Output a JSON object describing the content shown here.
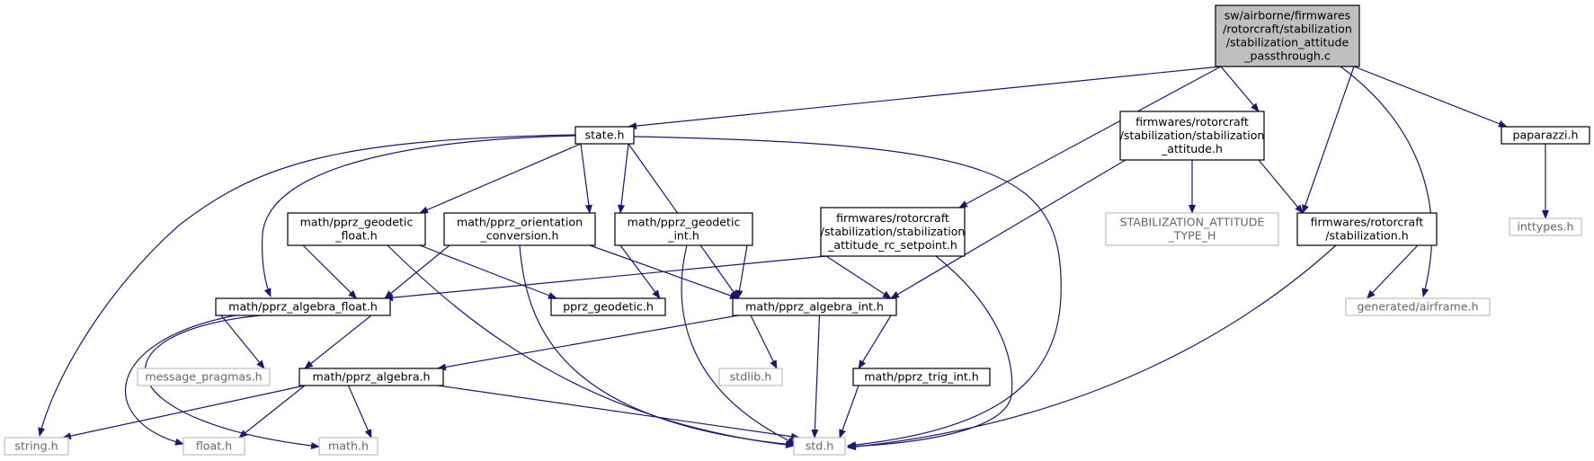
{
  "colors": {
    "edge": "#191970",
    "root_fill": "#bfbfbf",
    "node_border": "#000000",
    "missing_border": "#bfbfbf",
    "missing_text": "#666666"
  },
  "nodes": [
    {
      "id": "root",
      "lines": [
        "sw/airborne/firmwares",
        "/rotorcraft/stabilization",
        "/stabilization_attitude",
        "_passthrough.c"
      ],
      "kind": "root"
    },
    {
      "id": "state_h",
      "lines": [
        "state.h"
      ],
      "kind": "file"
    },
    {
      "id": "fw_stab_att_h",
      "lines": [
        "firmwares/rotorcraft",
        "/stabilization/stabilization",
        "_attitude.h"
      ],
      "kind": "file"
    },
    {
      "id": "paparazzi_h",
      "lines": [
        "paparazzi.h"
      ],
      "kind": "file"
    },
    {
      "id": "fw_stab_rc_h",
      "lines": [
        "firmwares/rotorcraft",
        "/stabilization/stabilization",
        "_attitude_rc_setpoint.h"
      ],
      "kind": "file"
    },
    {
      "id": "stab_type_h",
      "lines": [
        "STABILIZATION_ATTITUDE",
        "_TYPE_H"
      ],
      "kind": "missing"
    },
    {
      "id": "fw_stab_h",
      "lines": [
        "firmwares/rotorcraft",
        "/stabilization.h"
      ],
      "kind": "file"
    },
    {
      "id": "inttypes_h",
      "lines": [
        "inttypes.h"
      ],
      "kind": "missing"
    },
    {
      "id": "geodetic_float_h",
      "lines": [
        "math/pprz_geodetic",
        "_float.h"
      ],
      "kind": "file"
    },
    {
      "id": "orient_conv_h",
      "lines": [
        "math/pprz_orientation",
        "_conversion.h"
      ],
      "kind": "file"
    },
    {
      "id": "geodetic_int_h",
      "lines": [
        "math/pprz_geodetic",
        "_int.h"
      ],
      "kind": "file"
    },
    {
      "id": "generated_airframe_h",
      "lines": [
        "generated/airframe.h"
      ],
      "kind": "missing"
    },
    {
      "id": "algebra_float_h",
      "lines": [
        "math/pprz_algebra_float.h"
      ],
      "kind": "file"
    },
    {
      "id": "pprz_geodetic_h",
      "lines": [
        "pprz_geodetic.h"
      ],
      "kind": "file"
    },
    {
      "id": "algebra_int_h",
      "lines": [
        "math/pprz_algebra_int.h"
      ],
      "kind": "file"
    },
    {
      "id": "message_pragmas_h",
      "lines": [
        "message_pragmas.h"
      ],
      "kind": "missing"
    },
    {
      "id": "algebra_h",
      "lines": [
        "math/pprz_algebra.h"
      ],
      "kind": "file"
    },
    {
      "id": "stdlib_h",
      "lines": [
        "stdlib.h"
      ],
      "kind": "missing"
    },
    {
      "id": "trig_int_h",
      "lines": [
        "math/pprz_trig_int.h"
      ],
      "kind": "file"
    },
    {
      "id": "string_h",
      "lines": [
        "string.h"
      ],
      "kind": "missing"
    },
    {
      "id": "float_h",
      "lines": [
        "float.h"
      ],
      "kind": "missing"
    },
    {
      "id": "math_h",
      "lines": [
        "math.h"
      ],
      "kind": "missing"
    },
    {
      "id": "std_h",
      "lines": [
        "std.h"
      ],
      "kind": "missing"
    }
  ],
  "edges": [
    {
      "from": "root",
      "to": "state_h"
    },
    {
      "from": "root",
      "to": "fw_stab_att_h"
    },
    {
      "from": "root",
      "to": "paparazzi_h"
    },
    {
      "from": "root",
      "to": "fw_stab_rc_h"
    },
    {
      "from": "root",
      "to": "fw_stab_h"
    },
    {
      "from": "root",
      "to": "generated_airframe_h"
    },
    {
      "from": "state_h",
      "to": "string_h"
    },
    {
      "from": "state_h",
      "to": "algebra_float_h"
    },
    {
      "from": "state_h",
      "to": "geodetic_float_h"
    },
    {
      "from": "state_h",
      "to": "orient_conv_h"
    },
    {
      "from": "state_h",
      "to": "geodetic_int_h"
    },
    {
      "from": "state_h",
      "to": "algebra_int_h"
    },
    {
      "from": "state_h",
      "to": "std_h"
    },
    {
      "from": "fw_stab_att_h",
      "to": "stab_type_h"
    },
    {
      "from": "fw_stab_att_h",
      "to": "fw_stab_h"
    },
    {
      "from": "fw_stab_att_h",
      "to": "algebra_int_h"
    },
    {
      "from": "paparazzi_h",
      "to": "inttypes_h"
    },
    {
      "from": "fw_stab_rc_h",
      "to": "algebra_float_h"
    },
    {
      "from": "fw_stab_rc_h",
      "to": "algebra_int_h"
    },
    {
      "from": "fw_stab_rc_h",
      "to": "std_h"
    },
    {
      "from": "fw_stab_h",
      "to": "generated_airframe_h"
    },
    {
      "from": "fw_stab_h",
      "to": "std_h"
    },
    {
      "from": "geodetic_float_h",
      "to": "algebra_float_h"
    },
    {
      "from": "geodetic_float_h",
      "to": "pprz_geodetic_h"
    },
    {
      "from": "geodetic_float_h",
      "to": "std_h"
    },
    {
      "from": "orient_conv_h",
      "to": "algebra_float_h"
    },
    {
      "from": "orient_conv_h",
      "to": "algebra_int_h"
    },
    {
      "from": "orient_conv_h",
      "to": "std_h"
    },
    {
      "from": "geodetic_int_h",
      "to": "pprz_geodetic_h"
    },
    {
      "from": "geodetic_int_h",
      "to": "algebra_int_h"
    },
    {
      "from": "geodetic_int_h",
      "to": "std_h"
    },
    {
      "from": "algebra_float_h",
      "to": "algebra_h"
    },
    {
      "from": "algebra_float_h",
      "to": "message_pragmas_h"
    },
    {
      "from": "algebra_float_h",
      "to": "float_h"
    },
    {
      "from": "algebra_float_h",
      "to": "math_h"
    },
    {
      "from": "algebra_int_h",
      "to": "algebra_h"
    },
    {
      "from": "algebra_int_h",
      "to": "stdlib_h"
    },
    {
      "from": "algebra_int_h",
      "to": "trig_int_h"
    },
    {
      "from": "algebra_int_h",
      "to": "std_h"
    },
    {
      "from": "algebra_h",
      "to": "string_h"
    },
    {
      "from": "algebra_h",
      "to": "float_h"
    },
    {
      "from": "algebra_h",
      "to": "math_h"
    },
    {
      "from": "algebra_h",
      "to": "std_h"
    },
    {
      "from": "trig_int_h",
      "to": "std_h"
    }
  ]
}
